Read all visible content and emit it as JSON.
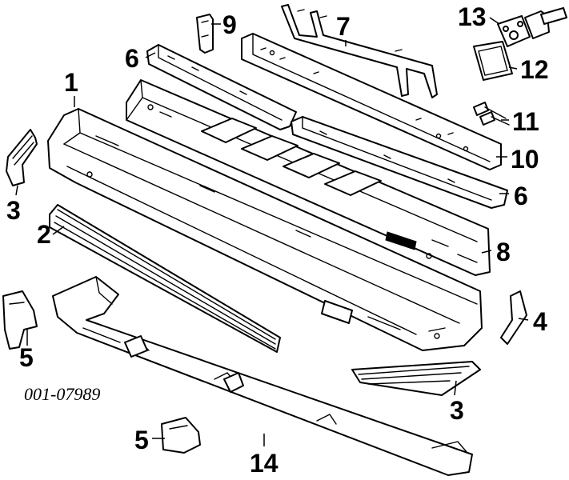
{
  "diagram": {
    "code": "001-07989",
    "callouts": [
      "1",
      "2",
      "3",
      "3",
      "4",
      "5",
      "5",
      "6",
      "6",
      "7",
      "8",
      "9",
      "10",
      "11",
      "12",
      "13",
      "14"
    ]
  }
}
